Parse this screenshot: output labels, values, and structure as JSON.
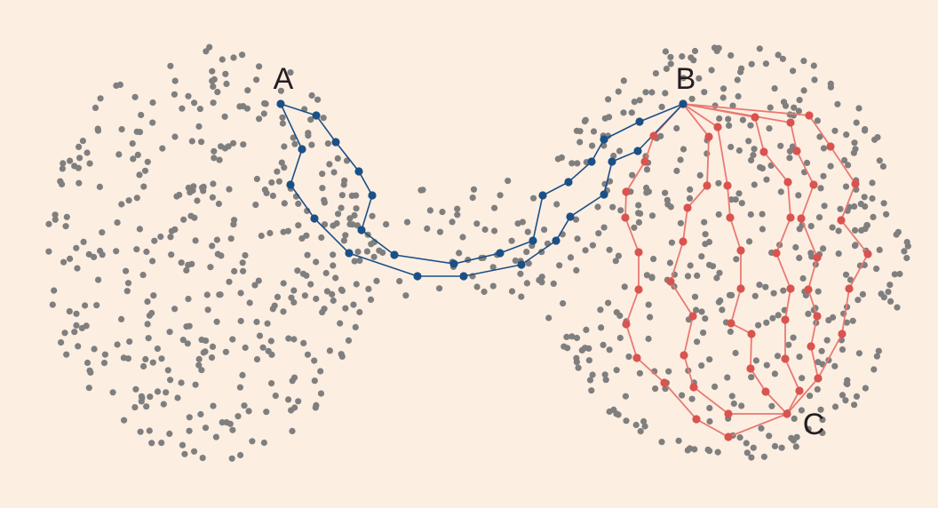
{
  "labels": {
    "a": "A",
    "b": "B",
    "c": "C"
  },
  "colors": {
    "background": "#fdeee2",
    "points": "#7f7f7f",
    "blue_path": "#1a5086",
    "red_path": "#d9534f",
    "red_line": "#e87a72"
  }
}
